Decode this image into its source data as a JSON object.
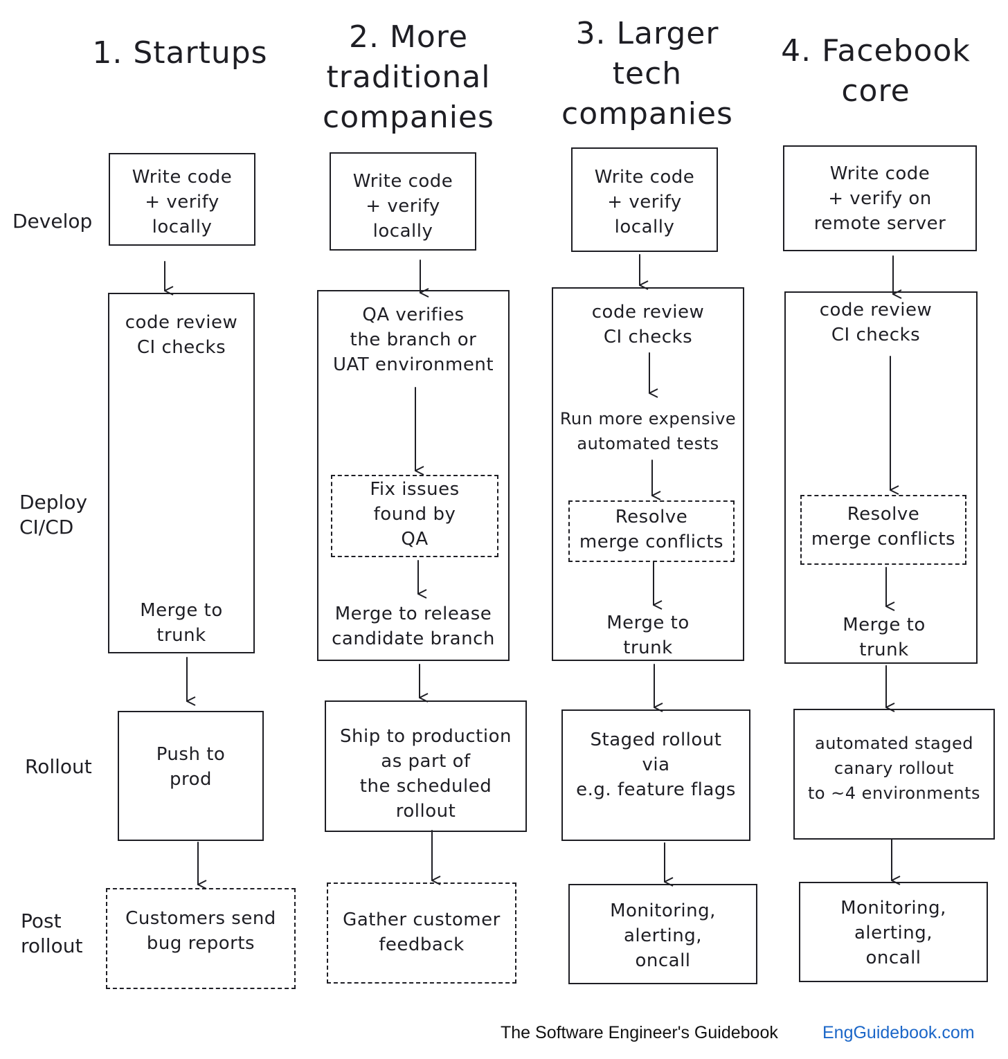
{
  "columns": [
    {
      "title": "1. Startups",
      "develop": "Write code\n+ verify\nlocally",
      "deploy_top": "code review\nCI checks",
      "deploy_bottom": "Merge to\ntrunk",
      "rollout": "Push to\nprod",
      "post": "Customers send\nbug reports"
    },
    {
      "title": "2. More\ntraditional\ncompanies",
      "develop": "Write code\n+ verify\nlocally",
      "deploy_top": "QA verifies\nthe branch or\nUAT environment",
      "deploy_dashed": "Fix issues\nfound by\nQA",
      "deploy_bottom": "Merge to release\ncandidate branch",
      "rollout": "Ship to production\nas part of\nthe scheduled\nrollout",
      "post": "Gather customer\nfeedback"
    },
    {
      "title": "3. Larger\ntech\ncompanies",
      "develop": "Write code\n+ verify\nlocally",
      "deploy_top": "code review\nCI checks",
      "deploy_mid": "Run more expensive\nautomated tests",
      "deploy_dashed": "Resolve\nmerge conflicts",
      "deploy_bottom": "Merge to\ntrunk",
      "rollout": "Staged rollout\nvia\ne.g. feature flags",
      "post": "Monitoring,\nalerting,\noncall"
    },
    {
      "title": "4. Facebook\ncore",
      "develop": "Write code\n+ verify on\nremote server",
      "deploy_top": "code review\nCI checks",
      "deploy_dashed": "Resolve\nmerge conflicts",
      "deploy_bottom": "Merge to\ntrunk",
      "rollout": "automated staged\ncanary rollout\nto ~4 environments",
      "post": "Monitoring,\nalerting,\noncall"
    }
  ],
  "rows": {
    "develop": "Develop",
    "deploy": "Deploy\nCI/CD",
    "rollout": "Rollout",
    "post": "Post\nrollout"
  },
  "footer": {
    "book": "The Software Engineer's Guidebook",
    "site": "EngGuidebook.com",
    "site_color": "#1a66c8"
  }
}
